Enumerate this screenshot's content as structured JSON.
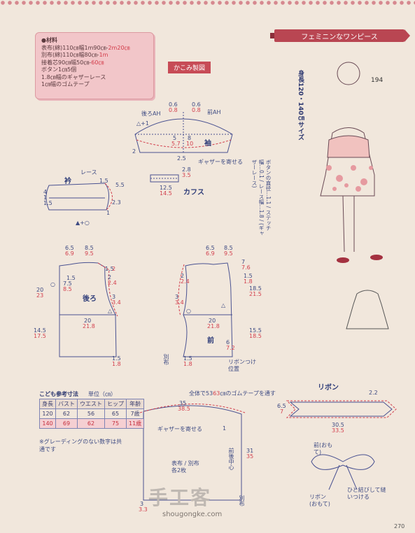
{
  "materials": {
    "header": "●材料",
    "lines": [
      {
        "label": "表布(綿)110㎝幅1m90㎝-",
        "red": "2m20㎝"
      },
      {
        "label": "別布(綿)110㎝幅80㎝-",
        "red": "1m"
      },
      {
        "label": "接着芯90㎝幅50㎝-",
        "red": "60㎝"
      },
      {
        "label": "ボタン1㎝5個",
        "red": ""
      },
      {
        "label": "1.8㎝幅のギャザーレース",
        "red": ""
      },
      {
        "label": "1㎝幅のゴムテープ",
        "red": ""
      }
    ]
  },
  "kakomi_label": "かこみ製図",
  "title": "フェミニンなワンピース",
  "model_number": "194",
  "size_text": "身長120・140㎝サイズ",
  "button_note": "ボタンの直径…1.1 / ステッチ幅…0.1 / レース幅…1.8 / (ギャザーレース)",
  "sleeve": {
    "name": "袖",
    "back_ah": "後ろAH",
    "front_ah": "前AH",
    "gather": "ギャザーを寄せる",
    "nums": {
      "a": "0.6",
      "a_r": "0.8",
      "b": "0.6",
      "b_r": "0.8",
      "w1": "5",
      "w1_r": "5.7",
      "w2": "8",
      "w2_r": "10",
      "h": "2.5",
      "s": "2",
      "p": "△+1"
    }
  },
  "collar": {
    "name": "衿",
    "lace": "レース",
    "n1": "5.5",
    "n2": "2.3",
    "n3": "1.5",
    "n4": "1",
    "n5": "4",
    "n6": "1.5",
    "n7": "1",
    "bottom": "▲+○"
  },
  "cuff": {
    "name": "カフス",
    "w": "2.8",
    "w_r": "3.5",
    "l": "12.5",
    "l_r": "14.5"
  },
  "back_bodice": {
    "name": "後ろ",
    "top1": "6.5",
    "top1_r": "6.9",
    "top2": "8.5",
    "top2_r": "9.5",
    "n1": "1.5",
    "n1_r": "2",
    "n2": "2",
    "n2_r": "2.4",
    "n3": "1.5",
    "d1": "7.5",
    "d1_r": "8.5",
    "d2": "3",
    "d2_r": "3.4",
    "h1": "20",
    "h1_r": "23",
    "w": "20",
    "w_r": "21.8",
    "h2": "14.5",
    "h2_r": "17.5",
    "b": "1.5",
    "b_r": "1.8",
    "circ": "○",
    "tri": "△"
  },
  "front_bodice": {
    "name": "前",
    "top1": "6.5",
    "top1_r": "6.9",
    "top2": "8.5",
    "top2_r": "9.5",
    "n1": "7",
    "n1_r": "7.6",
    "n2": "2",
    "n2_r": "2.4",
    "n3": "1.5",
    "n3_r": "1.8",
    "d1": "3",
    "d1_r": "3.4",
    "h1": "18.5",
    "h1_r": "21.5",
    "w": "20",
    "w_r": "21.8",
    "h2": "15.5",
    "h2_r": "18.5",
    "b": "1.5",
    "b_r": "1.8",
    "n6": "6",
    "n6_r": "7.2",
    "bw": "別布",
    "ribbon_pos": "リボンつけ位置",
    "circ": "○",
    "tri": "△"
  },
  "size_table": {
    "title": "こども参考寸法",
    "unit": "単位（㎝）",
    "headers": [
      "身長",
      "バスト",
      "ウエスト",
      "ヒップ",
      "年齢"
    ],
    "rows": [
      [
        "120",
        "62",
        "56",
        "65",
        "7歳"
      ],
      [
        "140",
        "69",
        "62",
        "75",
        "11歳"
      ]
    ],
    "note": "※グレーディングのない数字は共通です"
  },
  "skirt": {
    "elastic_note_a": "全体で",
    "elastic_note_num": "53",
    "elastic_note_num_r": "63",
    "elastic_note_b": "㎝のゴムテープを通す",
    "gather": "ギャザーを寄せる",
    "fabric": "表布 / 別布 各2枚",
    "cf": "前後中心",
    "w": "35",
    "w_r": "38.5",
    "l": "31",
    "l_r": "35",
    "n1": "3",
    "n1_r": "3.3",
    "t": "1",
    "side": "別布"
  },
  "ribbon": {
    "name": "リボン",
    "w": "6.5",
    "w_r": "7",
    "t": "2.2",
    "l": "30.5",
    "l_r": "33.5",
    "front": "前(おもて)",
    "ribbon_face": "リボン(おもて)",
    "tie_note": "ひと結びして縫いつける"
  },
  "watermark": {
    "cn": "手工客",
    "url": "shougongke.com"
  },
  "page_number": "270"
}
